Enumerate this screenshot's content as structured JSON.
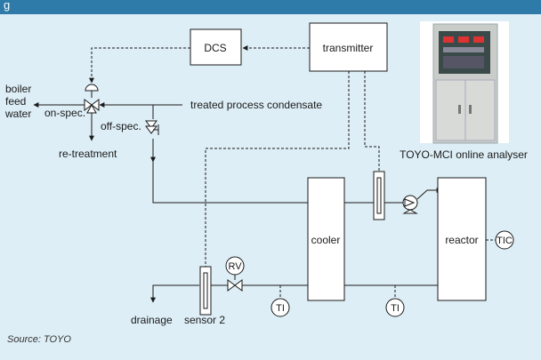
{
  "header": {
    "caption": "g"
  },
  "labels": {
    "dcs": "DCS",
    "transmitter": "transmitter",
    "analyser": "TOYO-MCI online analyser",
    "boiler_feed_water": [
      "boiler",
      "feed",
      "water"
    ],
    "on_spec": "on-spec.",
    "off_spec": "off-spec.",
    "treated_process_condensate": "treated process condensate",
    "re_treatment": "re-treatment",
    "cooler": "cooler",
    "reactor": "reactor",
    "tic": "TIC",
    "rv": "RV",
    "ti": "TI",
    "drainage": "drainage",
    "sensor_2": "sensor 2"
  },
  "source": "Source: TOYO",
  "colors": {
    "background": "#ddeef6",
    "header": "#2e7aa8",
    "line": "#1a1a1a",
    "box_fill": "#ffffff"
  }
}
